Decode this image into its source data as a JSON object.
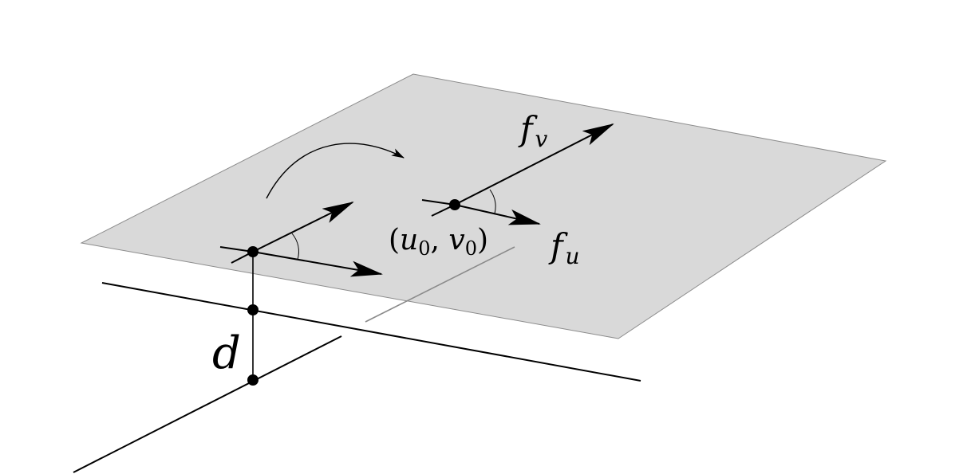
{
  "labels": {
    "f_v": {
      "base": "f",
      "sub": "v"
    },
    "f_u": {
      "base": "f",
      "sub": "u"
    },
    "point": {
      "open": "(",
      "u": "u",
      "u_sub": "0",
      "comma": ", ",
      "v": "v",
      "v_sub": "0",
      "close": ")"
    },
    "d": "d"
  },
  "colors": {
    "plane_fill": "#d9d9d9",
    "plane_stroke": "#8c8c8c",
    "ink": "#000000",
    "hidden_line": "#8a8a8a"
  }
}
